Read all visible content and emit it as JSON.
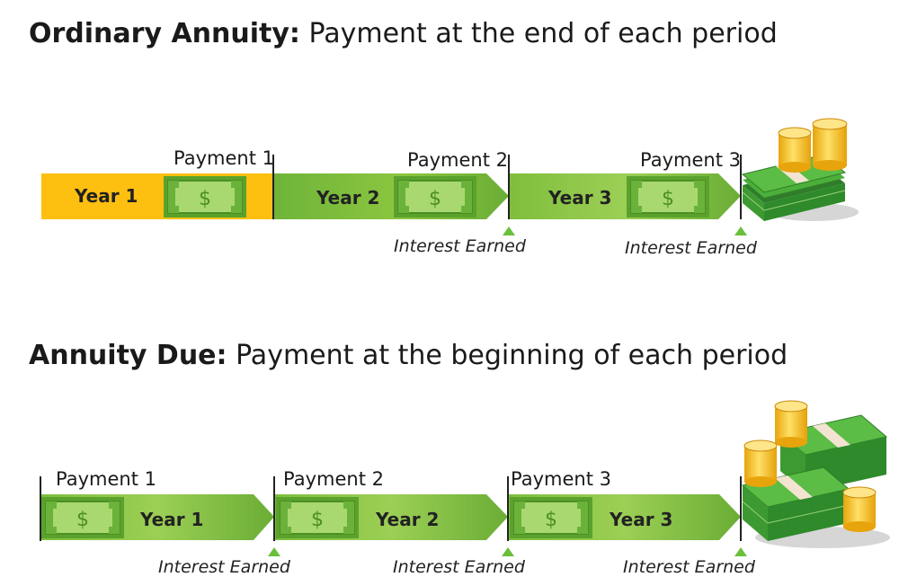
{
  "ordinary": {
    "title_bold": "Ordinary Annuity:",
    "title_rest": " Payment at the end of each period",
    "years": [
      "Year 1",
      "Year 2",
      "Year 3"
    ],
    "payments": [
      "Payment 1",
      "Payment 2",
      "Payment 3"
    ],
    "interest": [
      "Interest Earned",
      "Interest Earned"
    ]
  },
  "due": {
    "title_bold": "Annuity Due:",
    "title_rest": " Payment at the beginning of each period",
    "years": [
      "Year 1",
      "Year 2",
      "Year 3"
    ],
    "payments": [
      "Payment 1",
      "Payment 2",
      "Payment 3"
    ],
    "interest": [
      "Interest Earned",
      "Interest Earned",
      "Interest Earned"
    ]
  },
  "bill_symbol": "$",
  "colors": {
    "year1_highlight": "#fdc010",
    "bar_green": "#8cc63f",
    "bar_green_light": "#a4d65e",
    "bill_green": "#6bb23a",
    "marker_green": "#6abf3b",
    "coin_gold": "#f7c31c"
  },
  "icons": [
    "dollar-bill-icon",
    "money-stack-icon",
    "coin-stack-icon",
    "interest-marker-icon"
  ]
}
